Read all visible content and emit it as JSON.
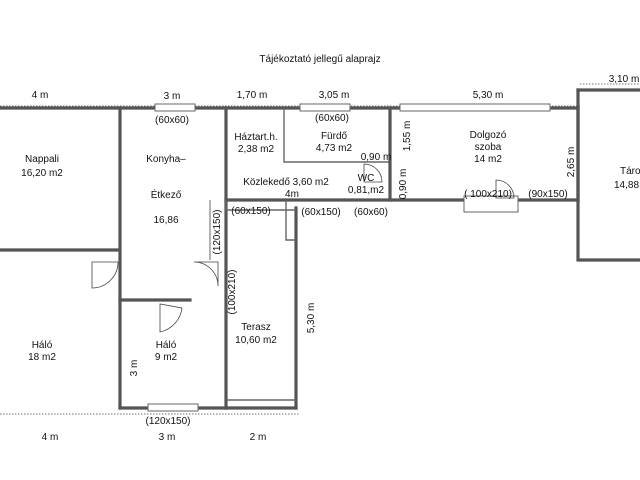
{
  "title": "Tájékoztató jellegű alaprajz",
  "top_dimensions": [
    "4 m",
    "3 m",
    "1,70 m",
    "3,05 m",
    "5,30 m",
    "3,10 m"
  ],
  "bottom_dimensions": [
    "4 m",
    "3 m",
    "2 m"
  ],
  "openings": {
    "o1": "(60x60)",
    "o2": "(60x60)",
    "o3": "(60x150)",
    "o4": "(60x150)",
    "o5": "(60x60)",
    "o6": "( 100x210)",
    "o7": "(90x150)",
    "o8": "(120x150)",
    "o9": "(120x150)",
    "o10": "(100x210)"
  },
  "inner_dimensions": {
    "d090a": "0,90 m",
    "d090b": "0,90 m",
    "d155": "1,55 m",
    "d265": "2,65 m",
    "d4m": "4m",
    "d530": "5,30 m",
    "d3m": "3 m"
  },
  "rooms": {
    "nappali_name": "Nappali",
    "nappali_area": "16,20 m2",
    "konyha_name": "Konyha–",
    "etkezo_name": "Étkező",
    "konyha_area": "16,86",
    "haztart_name": "Háztart.h.",
    "haztart_area": "2,38 m2",
    "furdo_name": "Fürdő",
    "furdo_area": "4,73 m2",
    "wc_name": "WC",
    "wc_area": "0,81,m2",
    "kozleked": "Közlekedő 3,60 m2",
    "dolgozo_name": "Dolgozó",
    "szoba_name": "szoba",
    "dolgozo_area": "14 m2",
    "taro_name": "Táro",
    "taro_area": "14,88",
    "halo1_name": "Háló",
    "halo1_area": "18 m2",
    "halo2_name": "Háló",
    "halo2_area": "9 m2",
    "terasz_name": "Terasz",
    "terasz_area": "10,60 m2"
  }
}
